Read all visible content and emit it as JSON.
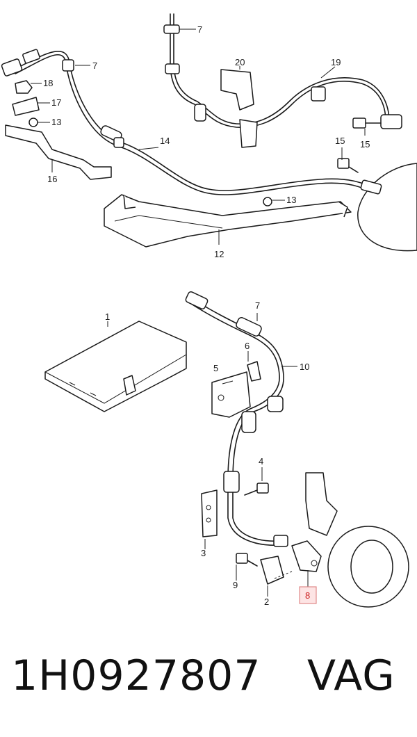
{
  "diagram": {
    "upper_callouts": [
      "7",
      "7",
      "20",
      "19",
      "18",
      "17",
      "13",
      "15",
      "15",
      "16",
      "14",
      "13",
      "12"
    ],
    "lower_callouts": [
      "1",
      "7",
      "6",
      "10",
      "5",
      "4",
      "3",
      "9",
      "2",
      "8"
    ],
    "highlighted_callout": "8",
    "highlight_color": "#fde4e4"
  },
  "footer": {
    "part_number": "1H0927807",
    "brand": "VAG"
  }
}
